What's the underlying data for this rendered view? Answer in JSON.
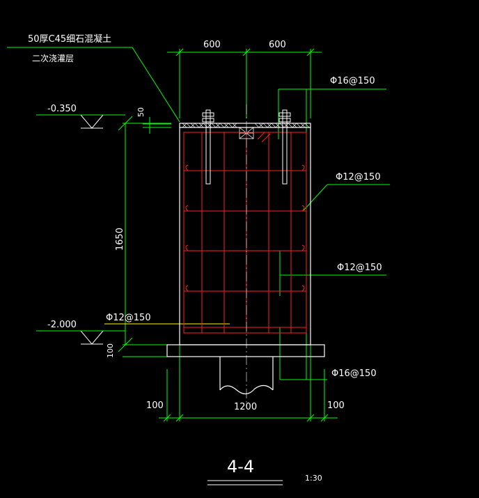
{
  "drawing": {
    "top_note_line1": "50厚C45细石混凝土",
    "top_note_line2": "二次浇灌层",
    "dim_top_left": "600",
    "dim_top_right": "600",
    "dim_grout": "50",
    "dim_height": "1650",
    "dim_base": "100",
    "dim_bottom_left": "100",
    "dim_bottom_center": "1200",
    "dim_bottom_right": "100",
    "elev_top": "-0.350",
    "elev_bottom": "-2.000",
    "rebar_top": "Φ16@150",
    "rebar_side_upper": "Φ12@150",
    "rebar_side_middle": "Φ12@150",
    "rebar_bottom_left": "Φ12@150",
    "rebar_bottom_right": "Φ16@150",
    "section_title": "4-4",
    "scale": "1:30"
  },
  "colors": {
    "background": "#000000",
    "outline": "#ffffff",
    "rebar": "#ff2020",
    "dimension": "#00ff00",
    "leader": "#ffff00",
    "text": "#ffffff"
  }
}
